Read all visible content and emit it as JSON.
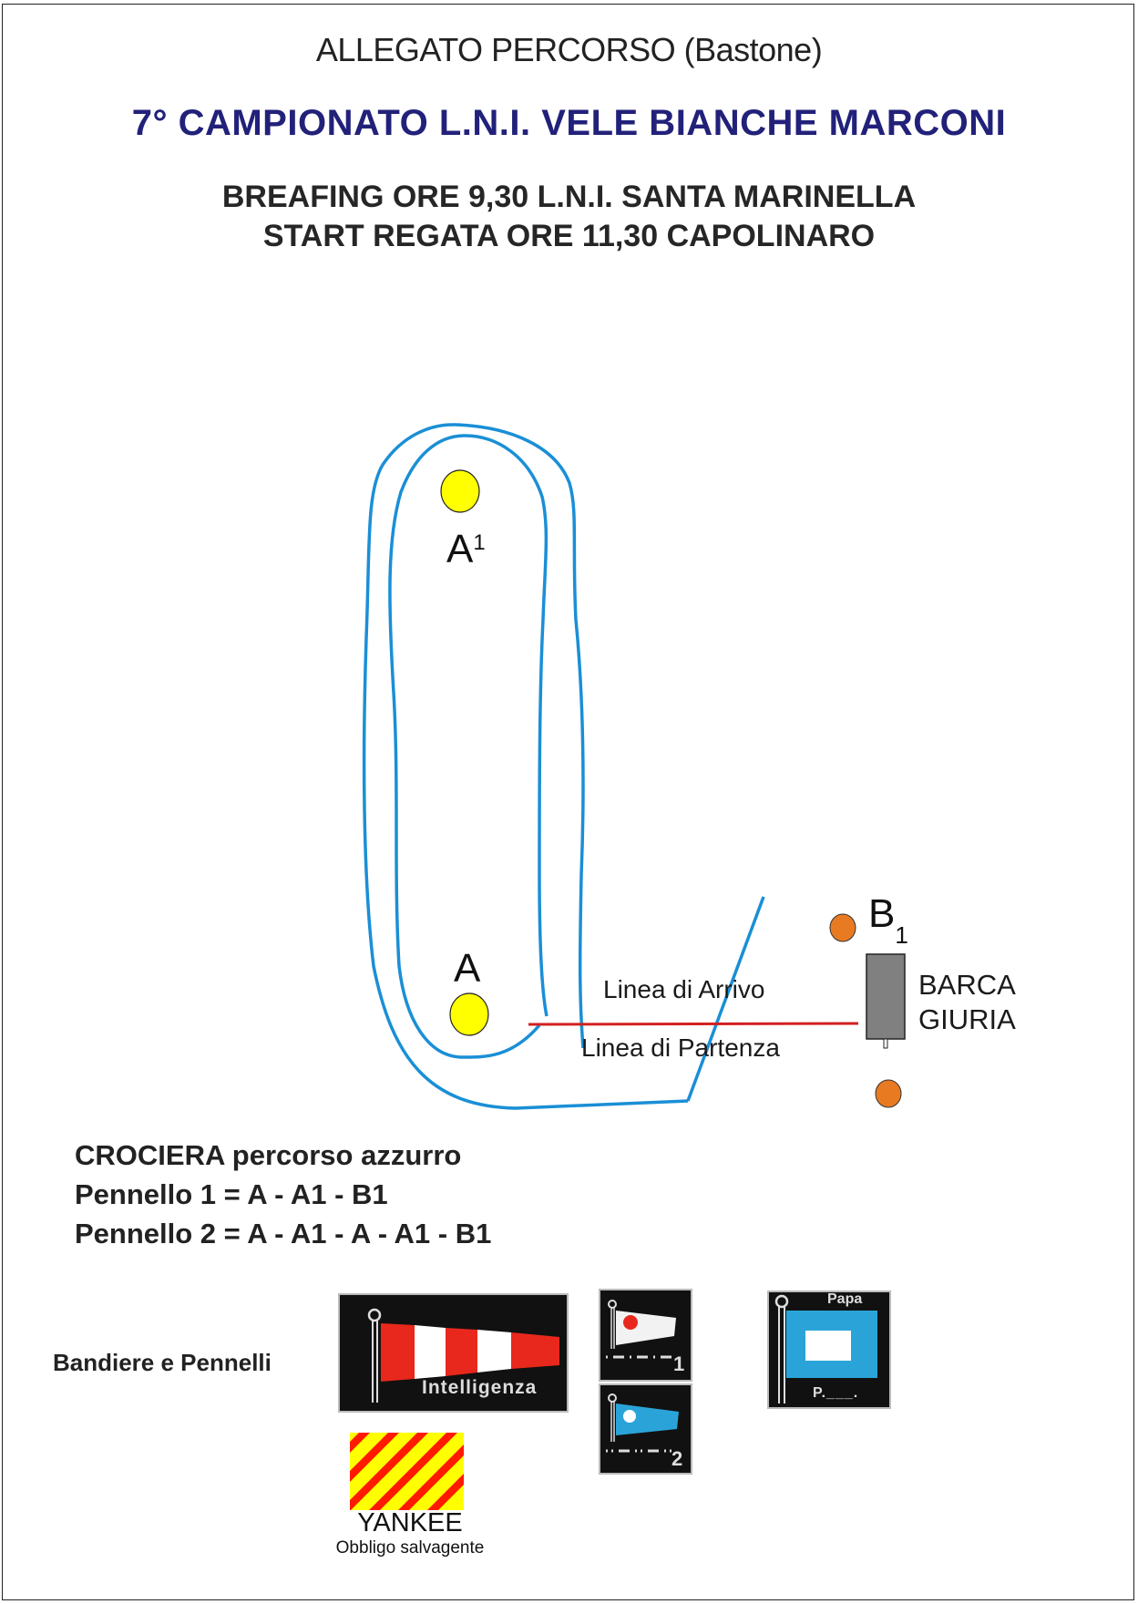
{
  "document": {
    "heading": "ALLEGATO PERCORSO (Bastone)",
    "title": "7° CAMPIONATO L.N.I. VELE BIANCHE MARCONI",
    "schedule": [
      "BREAFING ORE 9,30 L.N.I. SANTA MARINELLA",
      "START REGATA ORE 11,30 CAPOLINARO"
    ]
  },
  "course_map": {
    "marks": {
      "a1": {
        "label": "A",
        "superscript": "1",
        "color": "#ffff00",
        "type": "yellow buoy"
      },
      "a": {
        "label": "A",
        "color": "#ffff00",
        "type": "yellow buoy"
      },
      "b1": {
        "label": "B",
        "subscript": "1",
        "color": "#e87a22",
        "type": "orange buoy"
      },
      "pin": {
        "color": "#e87a22",
        "type": "orange buoy"
      }
    },
    "finish_line_label": "Linea di Arrivo",
    "start_line_label": "Linea di Partenza",
    "committee_boat": [
      "BARCA",
      "GIURIA"
    ],
    "colors": {
      "course": "#1a8fd6",
      "start_line": "#d42020",
      "boat": "#808080"
    }
  },
  "cruise": {
    "heading": "CROCIERA percorso azzurro",
    "routes": [
      "Pennello 1 = A - A1 - B1",
      "Pennello 2 = A - A1 - A - A1 - B1"
    ]
  },
  "flags": {
    "section_label": "Bandiere e Pennelli",
    "intelligenza": {
      "caption": "Intelligenza"
    },
    "pennant1": {
      "number": "1"
    },
    "pennant2": {
      "number": "2"
    },
    "papa": {
      "caption": "Papa",
      "morse": "P.___."
    },
    "yankee": {
      "name": "YANKEE",
      "note": "Obbligo salvagente"
    }
  }
}
